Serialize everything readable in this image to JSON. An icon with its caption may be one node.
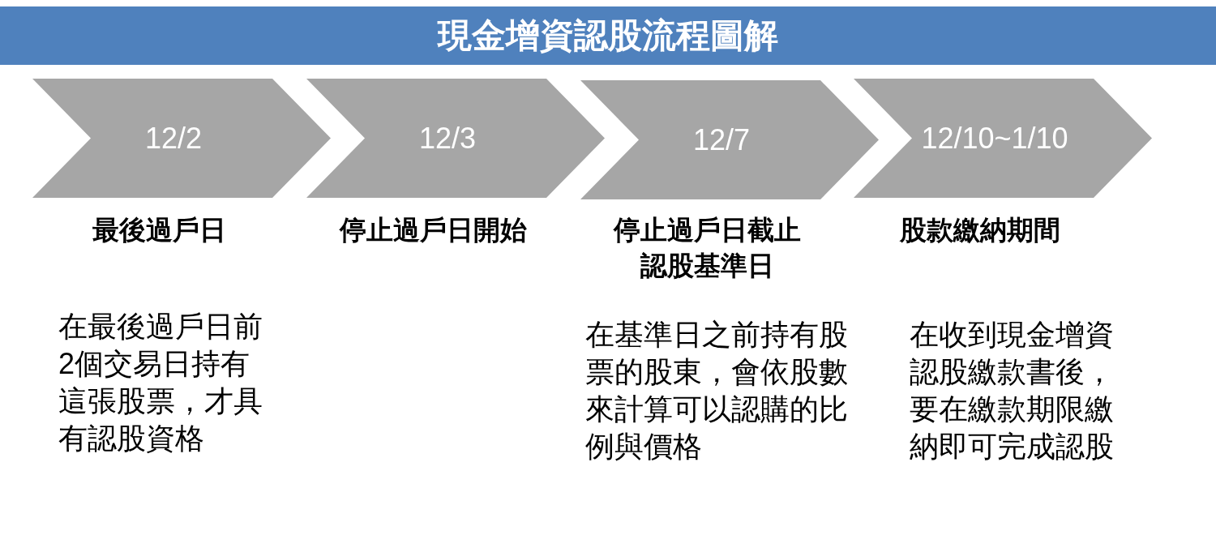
{
  "diagram": {
    "title": "現金增資認股流程圖解",
    "nodes": [
      {
        "text": [
          "12/2"
        ],
        "beside": [
          "最後過戶日",
          "在最後過戶日前2個交易日持有這張股票，才具有認股資格"
        ]
      },
      {
        "text": [
          "12/3"
        ],
        "beside": [
          "停止過戶日開始"
        ]
      },
      {
        "text": [
          "12/7"
        ],
        "beside": [
          "停止過戶日截止認股基準日",
          "在基準日之前持有股票的股東，會依股數來計算可以認購的比例與價格"
        ]
      },
      {
        "text": [
          "12/10~1/10"
        ],
        "beside": [
          "股款繳納期間",
          "在收到現金增資認股繳款書後，要在繳款期限繳納即可完成認股"
        ]
      }
    ]
  }
}
